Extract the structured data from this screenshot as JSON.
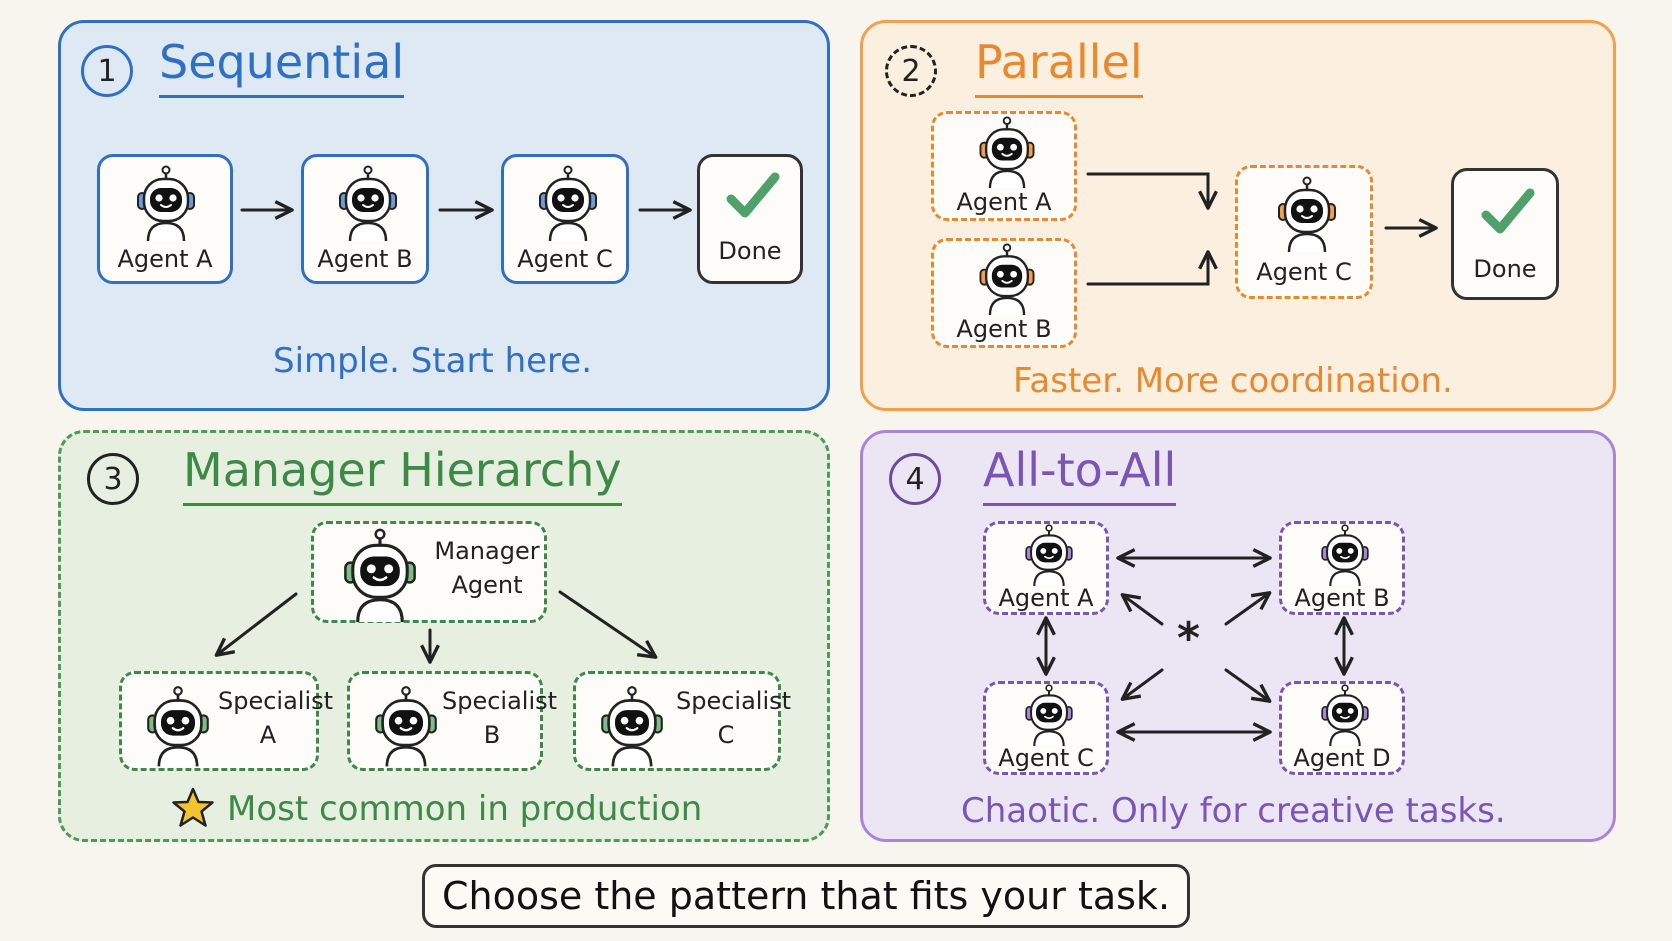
{
  "panels": {
    "sequential": {
      "number": "1",
      "title": "Sequential",
      "agents": [
        "Agent A",
        "Agent B",
        "Agent C"
      ],
      "done_label": "Done",
      "caption": "Simple. Start here."
    },
    "parallel": {
      "number": "2",
      "title": "Parallel",
      "agents": [
        "Agent A",
        "Agent B",
        "Agent C"
      ],
      "done_label": "Done",
      "caption": "Faster. More coordination."
    },
    "manager": {
      "number": "3",
      "title": "Manager Hierarchy",
      "manager_label": [
        "Manager",
        "Agent"
      ],
      "specialists": [
        [
          "Specialist",
          "A"
        ],
        [
          "Specialist",
          "B"
        ],
        [
          "Specialist",
          "C"
        ]
      ],
      "caption": "Most common in production"
    },
    "all_to_all": {
      "number": "4",
      "title": "All-to-All",
      "agents": [
        "Agent A",
        "Agent B",
        "Agent C",
        "Agent D"
      ],
      "center_symbol": "*",
      "caption": "Chaotic. Only for creative tasks."
    }
  },
  "footer": "Choose the pattern that fits your task.",
  "colors": {
    "blue": "#2f6fc4",
    "orange": "#e8892e",
    "green": "#3c8a46",
    "purple": "#7a55b8",
    "check": "#4fa06a",
    "star": "#f4c430"
  },
  "icons": [
    "robot-icon",
    "check-icon",
    "star-icon",
    "arrow-icon"
  ]
}
